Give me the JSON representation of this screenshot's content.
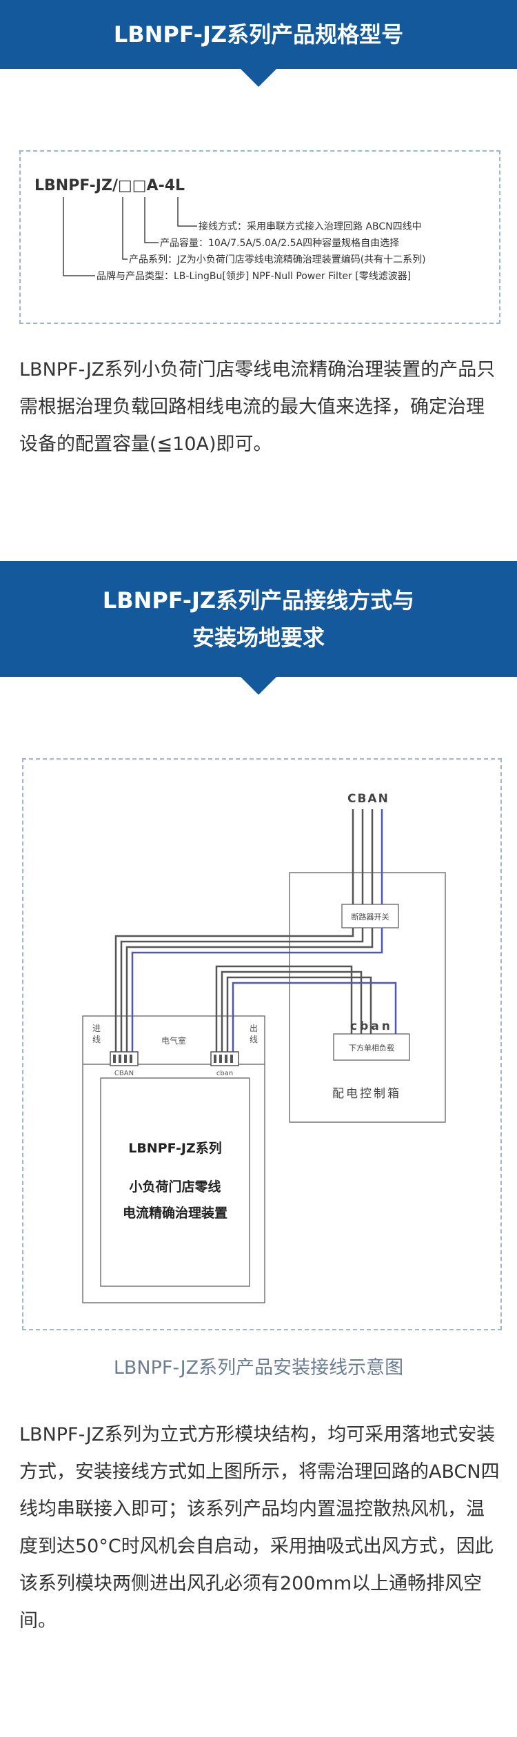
{
  "section1": {
    "title": "LBNPF-JZ系列产品规格型号"
  },
  "spec": {
    "model": "LBNPF-JZ/□□A-4L",
    "wiring": "接线方式：采用串联方式接入治理回路 ABCN四线中",
    "capacity": "产品容量：10A/7.5A/5.0A/2.5A四种容量规格自由选择",
    "series": "产品系列：JZ为小负荷门店零线电流精确治理装置编码(共有十二系列)",
    "brand": "品牌与产品类型：LB-LingBu[领步]   NPF-Null Power Filter [零线滤波器]"
  },
  "para1": "LBNPF-JZ系列小负荷门店零线电流精确治理装置的产品只需根据治理负载回路相线电流的最大值来选择，确定治理设备的配置容量(≦10A)即可。",
  "section2": {
    "title_line1": "LBNPF-JZ系列产品接线方式与",
    "title_line2": "安装场地要求"
  },
  "diagram": {
    "top_phases": "CBAN",
    "breaker": "断路器开关",
    "lower_phases": "cban",
    "downstream_load": "下方单相负载",
    "distribution_box": "配电控制箱",
    "inlet_l1": "进",
    "inlet_l2": "线",
    "electrical_room": "电气室",
    "outlet_l1": "出",
    "outlet_l2": "线",
    "term_left": "CBAN",
    "term_right": "cban",
    "device_line1": "LBNPF-JZ系列",
    "device_line2": "小负荷门店零线",
    "device_line3": "电流精确治理装置"
  },
  "caption": "LBNPF-JZ系列产品安装接线示意图",
  "para2": "LBNPF-JZ系列为立式方形模块结构，均可采用落地式安装方式，安装接线方式如上图所示，将需治理回路的ABCN四线均串联接入即可；该系列产品均内置温控散热风机，温度到达50°C时风机会自启动，采用抽吸式出风方式，因此该系列模块两侧进出风孔必须有200mm以上通畅排风空间。",
  "colors": {
    "banner": "#13599b",
    "neutral_wire": "#4a55c8",
    "wire": "#555555",
    "frame": "#9db6d0"
  }
}
